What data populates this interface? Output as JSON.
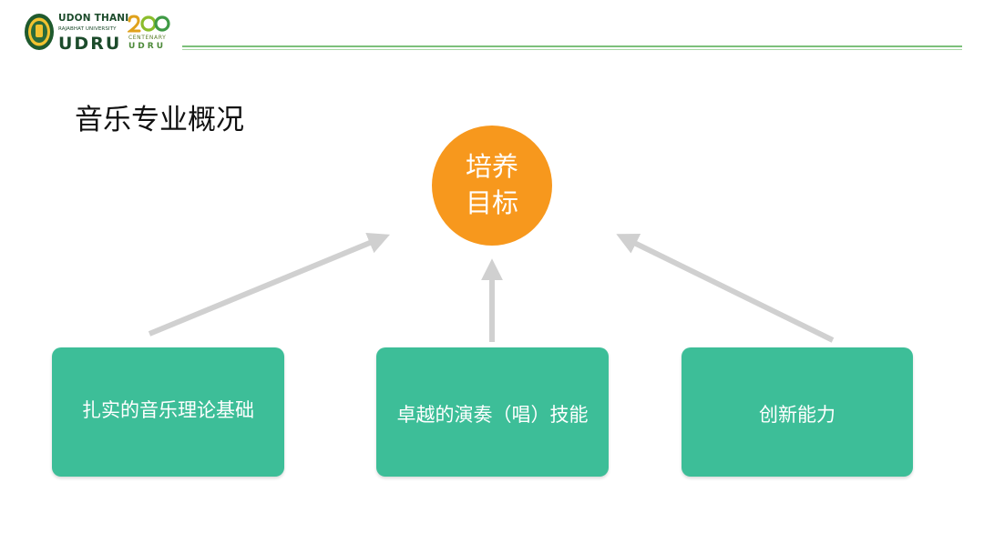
{
  "header": {
    "university_line1": "UDON THANI",
    "university_line2": "RAJABHAT UNIVERSITY",
    "university_acronym": "UDRU",
    "centenary_label": "CENTENARY",
    "centenary_acronym": "UDRU",
    "logo_icon": "university-seal-icon",
    "centenary_icon": "centenary-200-icon"
  },
  "title": "音乐专业概况",
  "goal": {
    "line1": "培养",
    "line2": "目标"
  },
  "boxes": [
    {
      "label": "扎实的音乐理论基础"
    },
    {
      "label": "卓越的演奏（唱）技能"
    },
    {
      "label": "创新能力"
    }
  ],
  "colors": {
    "goal": "#f7981d",
    "box": "#3dbe98",
    "arrow": "#d0d0d0",
    "rule": "#7cc07a",
    "logo_green": "#1c4b2b"
  }
}
